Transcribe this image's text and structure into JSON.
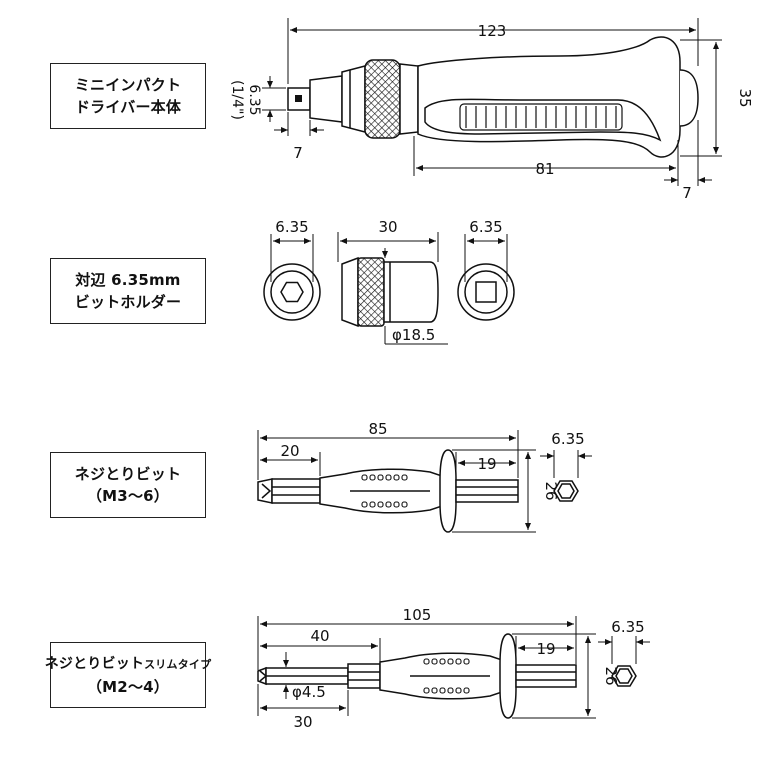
{
  "panels": [
    {
      "id": "driver",
      "label_lines": [
        "ミニインパクト",
        "ドライバー本体"
      ],
      "dims": {
        "length": "123",
        "height": "35",
        "grip": "81",
        "end": "7",
        "shank": "7",
        "socket": "6.35",
        "socket_in": "(1/4\")"
      }
    },
    {
      "id": "holder",
      "label_lines": [
        "対辺 6.35mm",
        "ビットホルダー"
      ],
      "dims": {
        "left": "6.35",
        "length": "30",
        "right": "6.35",
        "dia": "φ18.5"
      }
    },
    {
      "id": "bit1",
      "label_lines": [
        "ネジとりビット",
        "（M3～6）"
      ],
      "dims": {
        "length": "85",
        "tip": "20",
        "hex": "19",
        "height": "26",
        "hexsize": "6.35"
      }
    },
    {
      "id": "bit2",
      "label_line1_main": "ネジとりビット",
      "label_line1_small": "スリムタイプ",
      "label_line2": "（M2～4）",
      "dims": {
        "length": "105",
        "tip": "40",
        "hex": "19",
        "height": "26",
        "hexsize": "6.35",
        "dia": "φ4.5",
        "shaft": "30"
      }
    }
  ]
}
